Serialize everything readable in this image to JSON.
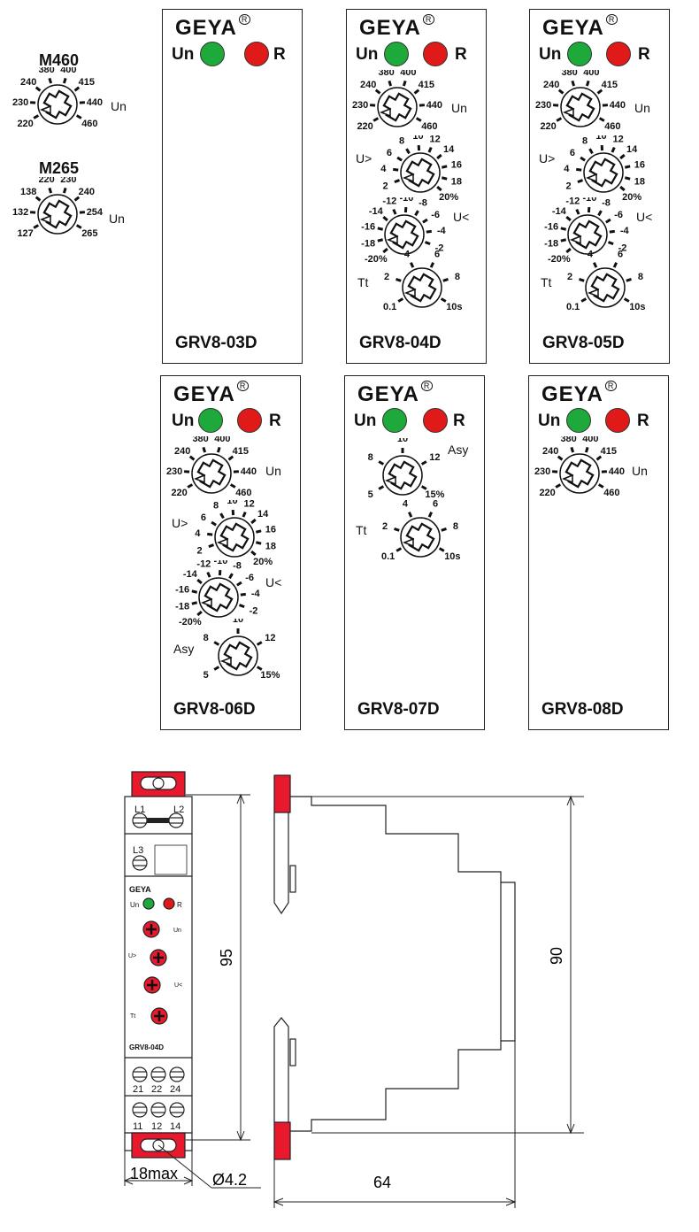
{
  "brand": "GEYA",
  "registered_mark": "R",
  "led_labels": {
    "un": "Un",
    "r": "R"
  },
  "colors": {
    "led_green": "#1ea93b",
    "led_red": "#e01919",
    "accent_red": "#e8192c"
  },
  "variants": {
    "m460": {
      "title": "M460",
      "label": "Un",
      "ticks": [
        "220",
        "230",
        "240",
        "380",
        "400",
        "415",
        "440",
        "460"
      ]
    },
    "m265": {
      "title": "M265",
      "label": "Un",
      "ticks": [
        "127",
        "132",
        "138",
        "220",
        "230",
        "240",
        "254",
        "265"
      ]
    }
  },
  "scales": {
    "un": {
      "label": "Un",
      "ticks": [
        "220",
        "230",
        "240",
        "380",
        "400",
        "415",
        "440",
        "460"
      ]
    },
    "uover": {
      "label": "U>",
      "ticks": [
        "2",
        "4",
        "6",
        "8",
        "10",
        "12",
        "14",
        "16",
        "18",
        "20%"
      ]
    },
    "uunder": {
      "label": "U<",
      "ticks": [
        "-2",
        "-4",
        "-6",
        "-8",
        "-10",
        "-12",
        "-14",
        "-16",
        "-18",
        "-20%"
      ]
    },
    "tt": {
      "label": "Tt",
      "ticks": [
        "0.1",
        "2",
        "4",
        "6",
        "8",
        "10s"
      ]
    },
    "asy": {
      "label": "Asy",
      "ticks": [
        "5",
        "8",
        "10",
        "12",
        "15%"
      ]
    }
  },
  "models": {
    "grv8_03d": "GRV8-03D",
    "grv8_04d": "GRV8-04D",
    "grv8_05d": "GRV8-05D",
    "grv8_06d": "GRV8-06D",
    "grv8_07d": "GRV8-07D",
    "grv8_08d": "GRV8-08D"
  },
  "device": {
    "terminals_top": [
      "L1",
      "L2"
    ],
    "terminal_mid": "L3",
    "terminals_bottom1": [
      "21",
      "22",
      "24"
    ],
    "terminals_bottom2": [
      "11",
      "12",
      "14"
    ],
    "model": "GRV8-04D"
  },
  "dimensions": {
    "height_front": "95",
    "height_side": "90",
    "width_front": "18max",
    "hole": "Ø4.2",
    "depth": "64"
  }
}
